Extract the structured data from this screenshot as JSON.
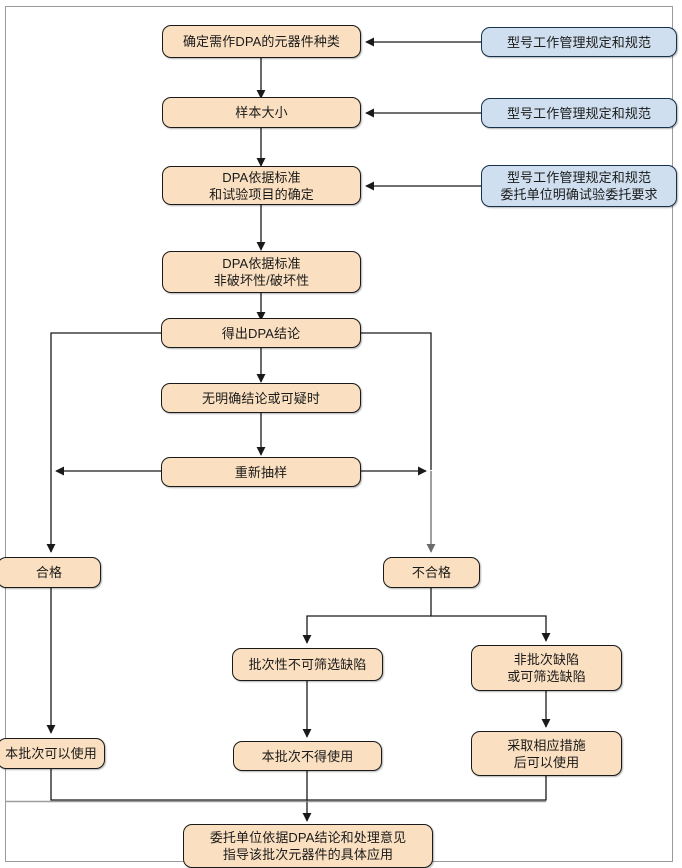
{
  "diagram": {
    "title": "DPA流程图",
    "colors": {
      "process_fill": "#fadfc0",
      "input_fill": "#cfdfef",
      "stroke": "#1a1a1a",
      "input_stroke": "#16314d",
      "frame": "#9a9a9a",
      "background": "#ffffff"
    },
    "nodes": [
      {
        "id": "n1",
        "type": "process",
        "label": "确定需作DPA的元器件种类"
      },
      {
        "id": "n2",
        "type": "process",
        "label": "样本大小"
      },
      {
        "id": "n3",
        "type": "process",
        "label": "DPA依据标准\n和试验项目的确定"
      },
      {
        "id": "n4",
        "type": "process",
        "label": "DPA依据标准\n非破坏性/破坏性"
      },
      {
        "id": "n5",
        "type": "process",
        "label": "得出DPA结论"
      },
      {
        "id": "n6",
        "type": "process",
        "label": "无明确结论或可疑时"
      },
      {
        "id": "n7",
        "type": "process",
        "label": "重新抽样"
      },
      {
        "id": "n8",
        "type": "process",
        "label": "合格"
      },
      {
        "id": "n9",
        "type": "process",
        "label": "不合格"
      },
      {
        "id": "n10",
        "type": "process",
        "label": "批次性不可筛选缺陷"
      },
      {
        "id": "n11",
        "type": "process",
        "label": "非批次缺陷\n或可筛选缺陷"
      },
      {
        "id": "n12",
        "type": "process",
        "label": "本批次可以使用"
      },
      {
        "id": "n13",
        "type": "process",
        "label": "本批次不得使用"
      },
      {
        "id": "n14",
        "type": "process",
        "label": "采取相应措施\n后可以使用"
      },
      {
        "id": "n15",
        "type": "process",
        "label": "委托单位依据DPA结论和处理意见\n指导该批次元器件的具体应用"
      },
      {
        "id": "s1",
        "type": "input",
        "label": "型号工作管理规定和规范"
      },
      {
        "id": "s2",
        "type": "input",
        "label": "型号工作管理规定和规范"
      },
      {
        "id": "s3",
        "type": "input",
        "label": "型号工作管理规定和规范\n委托单位明确试验委托要求"
      }
    ]
  }
}
